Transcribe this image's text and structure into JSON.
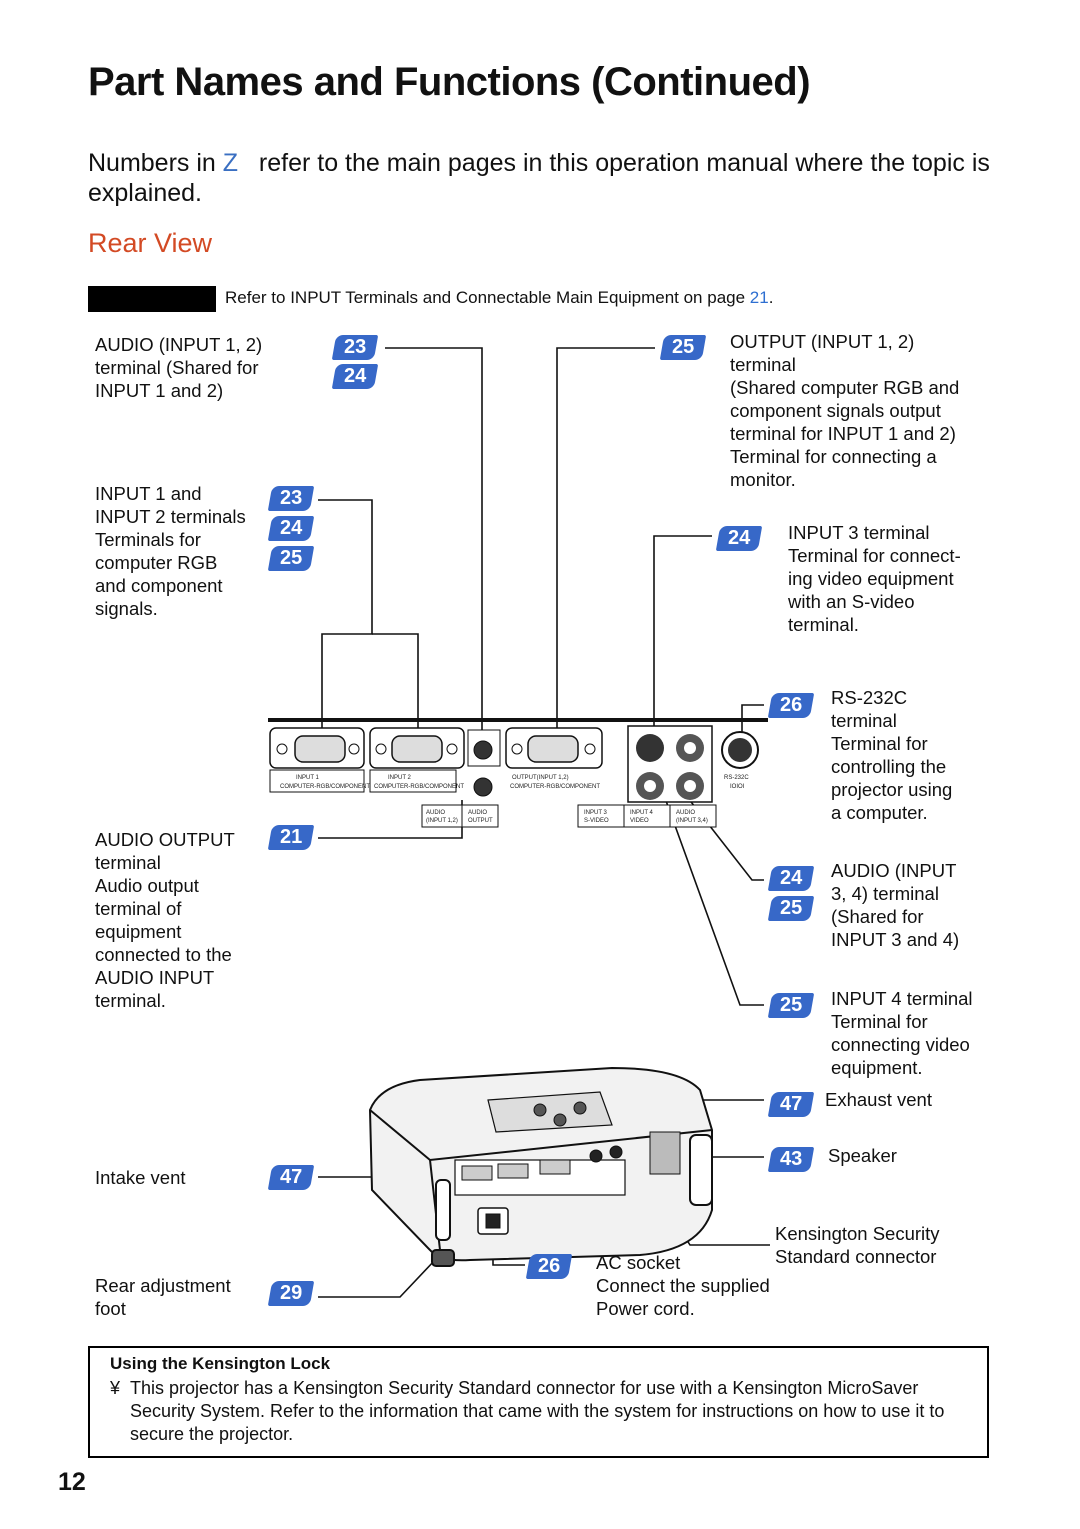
{
  "page": {
    "title": "Part Names and Functions (Continued)",
    "intro_a": "Numbers in",
    "intro_z": "Z",
    "intro_b": "refer to the main pages in this operation manual where the topic is explained.",
    "section": "Rear View",
    "note_text": "Refer to INPUT Terminals and Connectable Main Equipment on page",
    "note_page": "21",
    "note_end": ".",
    "page_number": "12"
  },
  "left_labels": {
    "audio_in": [
      "AUDIO (INPUT 1, 2)",
      "terminal (Shared for",
      "INPUT 1 and 2)"
    ],
    "input12": [
      "INPUT 1 and",
      "INPUT 2 terminals",
      "Terminals for",
      "computer RGB",
      "and component",
      "signals."
    ],
    "audio_out": [
      "AUDIO OUTPUT",
      "terminal",
      "Audio output",
      "terminal of",
      "equipment",
      "connected to the",
      "AUDIO INPUT",
      "terminal."
    ],
    "intake": [
      "Intake vent"
    ],
    "foot": [
      "Rear adjustment",
      "foot"
    ]
  },
  "right_labels": {
    "output": [
      "OUTPUT (INPUT 1, 2)",
      "terminal",
      "(Shared computer RGB and",
      "component signals output",
      "terminal for INPUT 1 and 2)",
      "Terminal for connecting a",
      "monitor."
    ],
    "input3": [
      "INPUT 3 terminal",
      "Terminal for connect-",
      "ing video equipment",
      "with an S-video",
      "terminal."
    ],
    "rs232": [
      "RS-232C",
      "terminal",
      "Terminal for",
      "controlling the",
      "projector using",
      "a computer."
    ],
    "audio34": [
      "AUDIO (INPUT",
      "3, 4) terminal",
      "(Shared for",
      "INPUT 3 and 4)"
    ],
    "input4": [
      "INPUT 4 terminal",
      "Terminal for",
      "connecting video",
      "equipment."
    ],
    "exhaust": [
      "Exhaust vent"
    ],
    "speaker": [
      "Speaker"
    ],
    "kensington": [
      "Kensington Security",
      "Standard connector"
    ],
    "ac": [
      "AC socket",
      "Connect the supplied",
      "Power cord."
    ]
  },
  "badges": {
    "b_audio_in_1": "23",
    "b_audio_in_2": "24",
    "b_input12_1": "23",
    "b_input12_2": "24",
    "b_input12_3": "25",
    "b_audio_out": "21",
    "b_intake": "47",
    "b_foot": "29",
    "b_output": "25",
    "b_input3": "24",
    "b_rs232": "26",
    "b_audio34_1": "24",
    "b_audio34_2": "25",
    "b_input4": "25",
    "b_exhaust": "47",
    "b_speaker": "43",
    "b_ac": "26"
  },
  "panel_labels": {
    "input1": "INPUT 1",
    "input2": "INPUT 2",
    "output": "OUTPUT(INPUT 1,2)",
    "comp": "COMPUTER-RGB/COMPONENT",
    "audio_in": "AUDIO",
    "audio_in_sub": "(INPUT 1,2)",
    "audio_out": "AUDIO",
    "audio_out_sub": "OUTPUT",
    "input3": "INPUT 3",
    "input3_sub": "S-VIDEO",
    "input4": "INPUT 4",
    "input4_sub": "VIDEO",
    "audio34": "AUDIO",
    "audio34_sub": "(INPUT 3,4)",
    "rs232": "RS-232C",
    "rs232_sym": "IOIOI"
  },
  "kensington_box": {
    "heading": "Using the Kensington Lock",
    "bullet": "¥",
    "text": "This projector has a Kensington Security Standard connector for use with a Kensington MicroSaver Security System. Refer to the information that came with the system for instructions on how to use it to secure the projector."
  }
}
